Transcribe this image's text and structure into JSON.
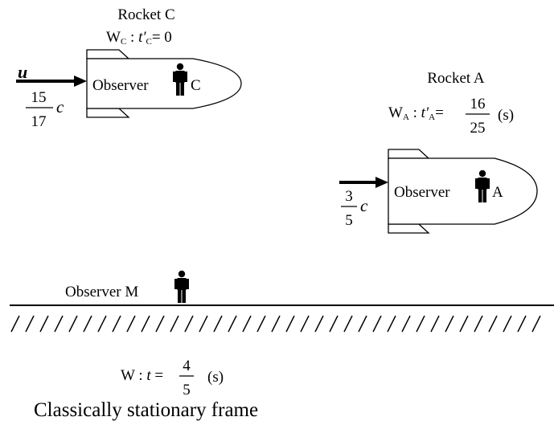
{
  "rocket_c": {
    "title": "Rocket C",
    "frame_label": "W",
    "frame_sub": "C",
    "time_var": "t′",
    "time_sub": "C",
    "time_eq": "= 0",
    "observer": "Observer",
    "observer_id": "C",
    "velocity_symbol": "u",
    "speed_num": "15",
    "speed_den": "17",
    "speed_unit": "c"
  },
  "rocket_a": {
    "title": "Rocket A",
    "frame_label": "W",
    "frame_sub": "A",
    "time_var": "t′",
    "time_sub": "A",
    "time_num": "16",
    "time_den": "25",
    "time_unit": "(s)",
    "observer": "Observer",
    "observer_id": "A",
    "speed_num": "3",
    "speed_den": "5",
    "speed_unit": "c"
  },
  "ground": {
    "observer_label": "Observer M",
    "frame_label": "W",
    "time_var": "t",
    "time_num": "4",
    "time_den": "5",
    "time_unit": "(s)",
    "caption": "Classically stationary frame"
  }
}
